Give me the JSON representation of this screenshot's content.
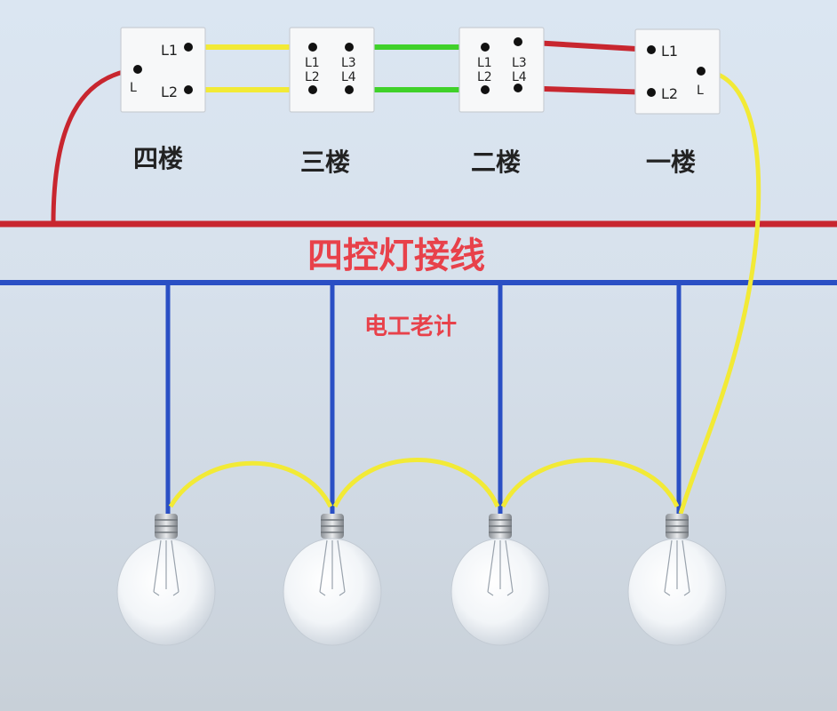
{
  "title": "四控灯接线",
  "credit": "电工老计",
  "switches": [
    {
      "floor": "四楼",
      "terminals": [
        "L1",
        "L2",
        "L"
      ]
    },
    {
      "floor": "三楼",
      "terminals": [
        "L1",
        "L2",
        "L3",
        "L4"
      ]
    },
    {
      "floor": "二楼",
      "terminals": [
        "L1",
        "L2",
        "L3",
        "L4"
      ]
    },
    {
      "floor": "一楼",
      "terminals": [
        "L1",
        "L2",
        "L"
      ]
    }
  ],
  "colors": {
    "live": "#c8262f",
    "neutral": "#2a4fc4",
    "traveler_yellow": "#f2ea36",
    "traveler_green": "#3fd12a",
    "traveler_red": "#c8262f",
    "title": "#e8414a"
  },
  "bulb_count": 4
}
